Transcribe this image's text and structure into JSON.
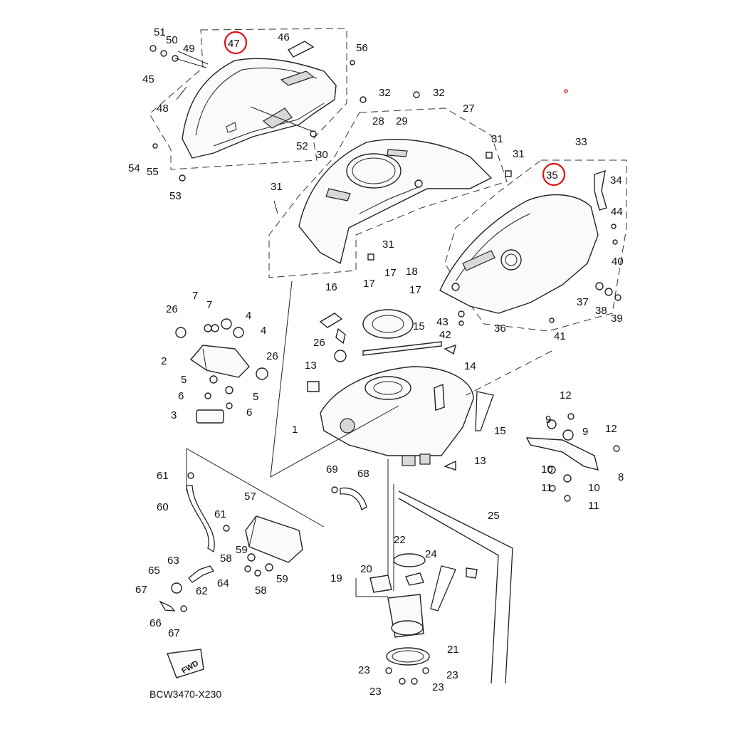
{
  "diagram": {
    "code": "BCW3470-X230",
    "fwd_label": "FWD",
    "highlight_color": "#e01010",
    "highlighted_parts": [
      "47",
      "35"
    ],
    "part_labels": [
      "1",
      "2",
      "3",
      "4",
      "5",
      "6",
      "7",
      "8",
      "9",
      "10",
      "11",
      "12",
      "13",
      "14",
      "15",
      "16",
      "17",
      "18",
      "19",
      "20",
      "21",
      "22",
      "23",
      "24",
      "25",
      "26",
      "27",
      "28",
      "29",
      "30",
      "31",
      "32",
      "33",
      "34",
      "35",
      "36",
      "37",
      "38",
      "39",
      "40",
      "41",
      "42",
      "43",
      "44",
      "45",
      "46",
      "47",
      "48",
      "49",
      "50",
      "51",
      "52",
      "53",
      "54",
      "55",
      "56",
      "57",
      "58",
      "59",
      "60",
      "61",
      "62",
      "63",
      "64",
      "65",
      "66",
      "67",
      "68",
      "69"
    ]
  }
}
